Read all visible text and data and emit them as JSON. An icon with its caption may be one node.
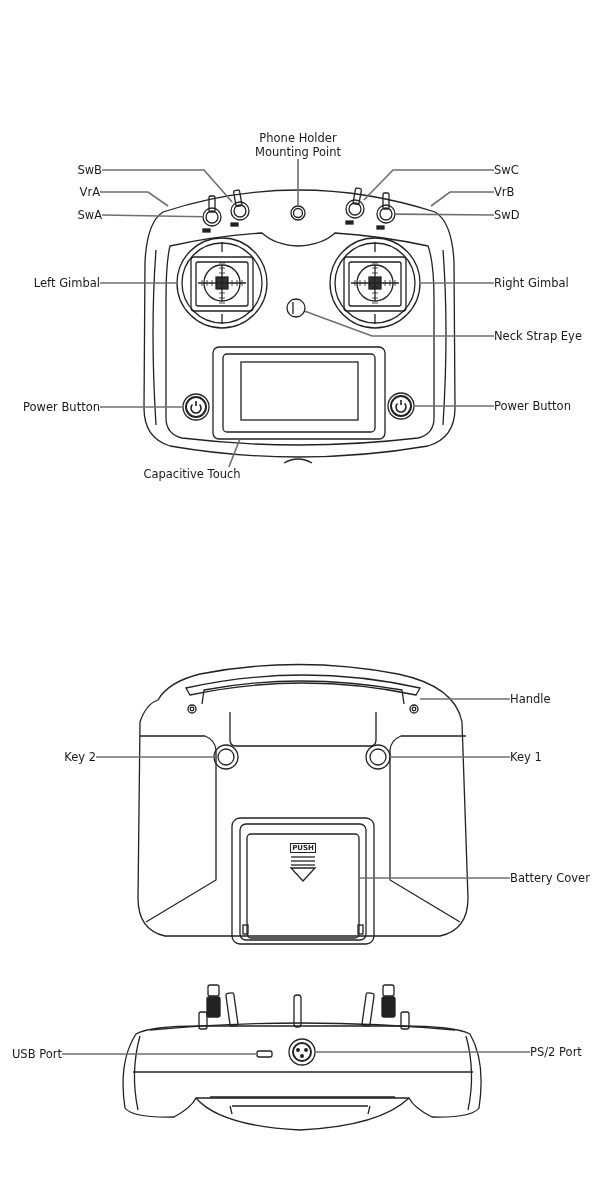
{
  "diagram": {
    "nodes": [
      {
        "text": [
          "Phone Holder Mounting Point"
        ]
      },
      {
        "text": [
          "SwB"
        ]
      },
      {
        "text": [
          "SwC"
        ]
      },
      {
        "text": [
          "VrA"
        ]
      },
      {
        "text": [
          "VrB"
        ]
      },
      {
        "text": [
          "SwA"
        ]
      },
      {
        "text": [
          "SwD"
        ]
      },
      {
        "text": [
          "Left Gimbal"
        ]
      },
      {
        "text": [
          "Right Gimbal"
        ]
      },
      {
        "text": [
          "Neck Strap Eye"
        ]
      },
      {
        "text": [
          "Power Button"
        ]
      },
      {
        "text": [
          "Power Button"
        ]
      },
      {
        "text": [
          "Capacitive Touch"
        ]
      },
      {
        "text": [
          "Handle"
        ]
      },
      {
        "text": [
          "Key 2"
        ]
      },
      {
        "text": [
          "Key 1"
        ]
      },
      {
        "text": [
          "Battery Cover"
        ]
      },
      {
        "text": [
          "USB Port"
        ]
      },
      {
        "text": [
          "PS/2 Port"
        ]
      },
      {
        "text": [],
        "shape": "circle"
      },
      {
        "text": [],
        "shape": "circle"
      },
      {
        "text": [],
        "shape": "circle"
      },
      {
        "text": [],
        "shape": "circle"
      },
      {
        "text": [],
        "shape": "circle"
      },
      {
        "text": [],
        "shape": "circle"
      },
      {
        "text": [],
        "shape": "circle"
      },
      {
        "text": [],
        "shape": "circle"
      },
      {
        "text": [],
        "shape": "circle"
      },
      {
        "text": [],
        "shape": "circle"
      },
      {
        "text": [],
        "shape": "box"
      },
      {
        "text": [],
        "shape": "bar"
      },
      {
        "text": [],
        "shape": "circle"
      },
      {
        "text": [],
        "shape": "circle"
      },
      {
        "text": [],
        "shape": "box"
      },
      {
        "text": [],
        "shape": "box"
      },
      {
        "text": [],
        "shape": "circle"
      }
    ],
    "edges": [
      {
        "from": 0,
        "to": 19,
        "arrow": "none"
      },
      {
        "from": 1,
        "to": 20,
        "arrow": "none"
      },
      {
        "from": 2,
        "to": 21,
        "arrow": "none"
      },
      {
        "from": 3,
        "to": null,
        "arrow": "none"
      },
      {
        "from": 4,
        "to": null,
        "arrow": "none"
      },
      {
        "from": 5,
        "to": 22,
        "arrow": "none"
      },
      {
        "from": 6,
        "to": 23,
        "arrow": "none"
      },
      {
        "from": 7,
        "to": 24,
        "arrow": "none"
      },
      {
        "from": 8,
        "to": 25,
        "arrow": "none"
      },
      {
        "from": 9,
        "to": 26,
        "arrow": "none"
      },
      {
        "from": 10,
        "to": 27,
        "arrow": "none"
      },
      {
        "from": 11,
        "to": 28,
        "arrow": "none"
      },
      {
        "from": 12,
        "to": 29,
        "arrow": "none"
      },
      {
        "from": 13,
        "to": 30,
        "arrow": "none"
      },
      {
        "from": 14,
        "to": 31,
        "arrow": "none"
      },
      {
        "from": 15,
        "to": 32,
        "arrow": "none"
      },
      {
        "from": 16,
        "to": 33,
        "arrow": "none"
      },
      {
        "from": 17,
        "to": 34,
        "arrow": "none"
      },
      {
        "from": 18,
        "to": 35,
        "arrow": "none"
      }
    ],
    "labels": [
      "PUSH"
    ]
  }
}
